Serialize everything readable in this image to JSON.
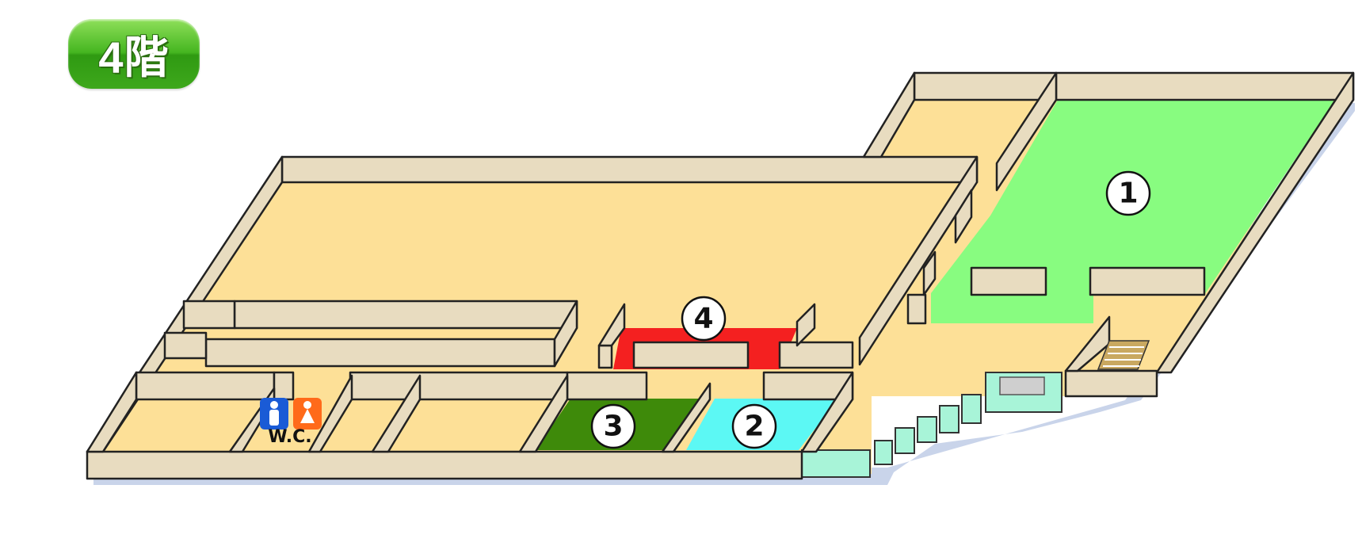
{
  "floor_label": "4階",
  "toilet_label": "W.C.",
  "markers": [
    {
      "id": "1",
      "label": "①"
    },
    {
      "id": "2",
      "label": "②"
    },
    {
      "id": "3",
      "label": "③"
    },
    {
      "id": "4",
      "label": "④"
    }
  ],
  "colors": {
    "floor": "#fde097",
    "wall": "#e8dcc0",
    "area_1": "#88fc80",
    "area_2": "#5cf8f4",
    "area_3": "#3e8a0a",
    "area_4": "#f42020",
    "stairs_glass": "#a8f4d8",
    "shadow": "#c9d4ea"
  },
  "icons": [
    "floor-badge",
    "male-toilet-icon",
    "female-toilet-icon",
    "stairs-icon"
  ]
}
